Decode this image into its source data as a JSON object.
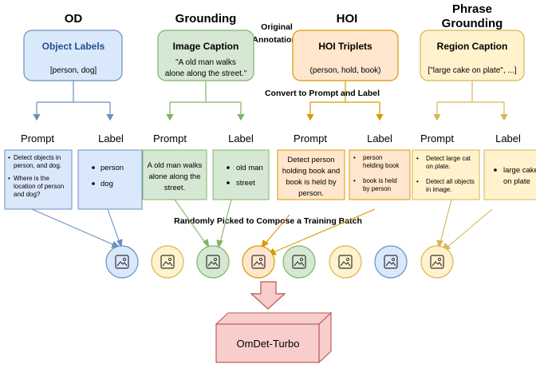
{
  "headers": {
    "od": "OD",
    "grounding": "Grounding",
    "hoi": "HOI",
    "phrase_line1": "Phrase",
    "phrase_line2": "Grounding"
  },
  "original_annotations": {
    "line1": "Original",
    "line2": "Annotations"
  },
  "annotation_boxes": {
    "od": {
      "title": "Object Labels",
      "text": "[person, dog]"
    },
    "grounding": {
      "title": "Image Caption",
      "line1": "\"A old man walks",
      "line2": "alone along the street.\""
    },
    "hoi": {
      "title": "HOI Triplets",
      "text": "(person, hold, book)"
    },
    "phrase": {
      "title": "Region Caption",
      "text": "[\"large cake on plate\", ...]"
    }
  },
  "convert_label": "Convert to Prompt and Label",
  "column_labels": {
    "prompt": "Prompt",
    "label": "Label"
  },
  "od_prompt": {
    "b1l1": "Detect objects in",
    "b1l2": "person, and dog.",
    "b2l1": "Where is the",
    "b2l2": "location of person",
    "b2l3": "and dog?"
  },
  "od_label": {
    "i1": "person",
    "i2": "dog"
  },
  "gr_prompt": {
    "l1": "A old man walks",
    "l2": "alone along the",
    "l3": "street."
  },
  "gr_label": {
    "i1": "old man",
    "i2": "street"
  },
  "hoi_prompt": {
    "l1": "Detect person",
    "l2": "holding book and",
    "l3": "book is held by",
    "l4": "person."
  },
  "hoi_label": {
    "b1l1": "person",
    "b1l2": "helding book",
    "b2l1": "book is held",
    "b2l2": "by person"
  },
  "pg_prompt": {
    "b1l1": "Detect large cat",
    "b1l2": "on plate.",
    "b2l1": "Detect all objects",
    "b2l2": "in image."
  },
  "pg_label": {
    "l1": "large cake",
    "l2": "on plate"
  },
  "batch_label": "Randomly Picked to Compose a Training Batch",
  "model_name": "OmDet-Turbo",
  "colors": {
    "blue_fill": "#dae8fc",
    "blue_stroke": "#6c8ebf",
    "green_fill": "#d5e8d4",
    "green_stroke": "#82b366",
    "orange_fill": "#ffe6cc",
    "orange_stroke": "#d79b00",
    "yellow_fill": "#fff2cc",
    "yellow_stroke": "#d6b656",
    "red_fill": "#f8cecc",
    "red_stroke": "#b85450"
  }
}
